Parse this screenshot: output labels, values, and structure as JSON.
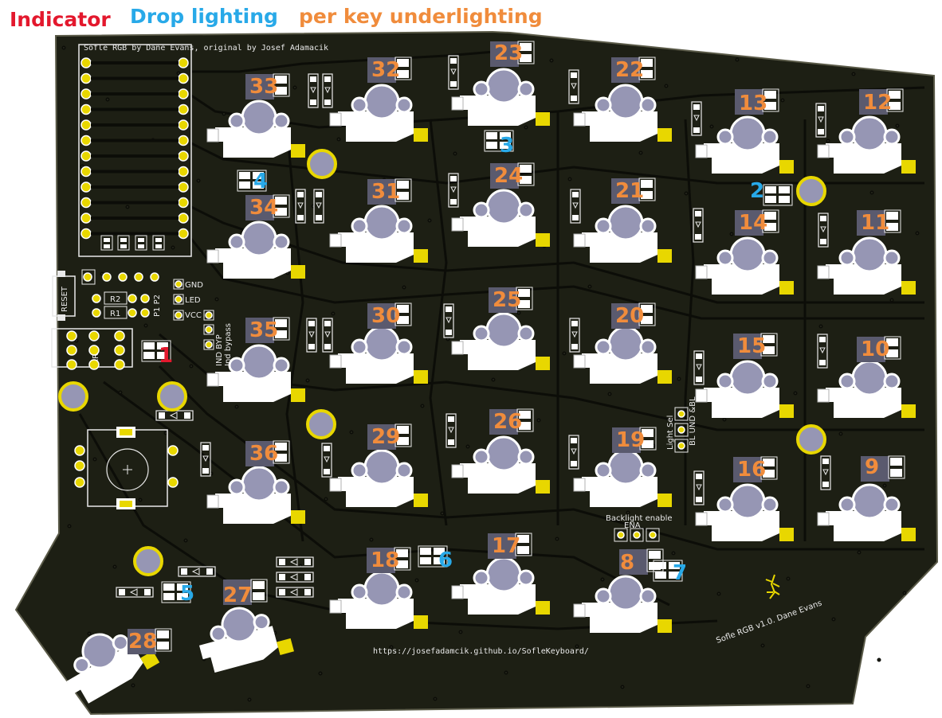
{
  "legend": {
    "indicator": "Indicator",
    "drop_lighting": "Drop lighting",
    "per_key": "per key underlighting"
  },
  "colors": {
    "indicator": "#e3182d",
    "drop": "#28a9e8",
    "per_key": "#f08c3c",
    "board": "#1d1f14",
    "trace": "#0c0d08",
    "silkscreen": "#e9e9e9",
    "pad_gold": "#e8d700",
    "switch_hole": "#9696b4"
  },
  "silkscreen": {
    "header": "Sofle RGB by Dane Evans, original by Josef Adamacik",
    "url": "https://josefadamcik.github.io/SofleKeyboard/",
    "version": "Sofle RGB v1.0. Dane Evans",
    "reset": "RESET",
    "trrs": "TRRS",
    "gnd": "GND",
    "led": "LED",
    "vcc": "VCC",
    "r1": "R1",
    "r2": "R2",
    "jp": "P1 P2",
    "ind_bypass_1": "IND BYP",
    "ind_bypass_2": "Ind bypass",
    "light_sel": "Light Sel",
    "bl_und": "BL UND &BL",
    "backlight_enable": "Backlight enable",
    "ena": "ENA"
  },
  "labels": {
    "indicator": [
      {
        "id": "ind-1",
        "text": "1"
      }
    ],
    "drop": [
      {
        "id": "drop-2",
        "text": "2"
      },
      {
        "id": "drop-3",
        "text": "3"
      },
      {
        "id": "drop-4",
        "text": "4"
      },
      {
        "id": "drop-5",
        "text": "5"
      },
      {
        "id": "drop-6",
        "text": "6"
      },
      {
        "id": "drop-7",
        "text": "7"
      }
    ],
    "per_key": [
      {
        "id": "key-8",
        "text": "8"
      },
      {
        "id": "key-9",
        "text": "9"
      },
      {
        "id": "key-10",
        "text": "10"
      },
      {
        "id": "key-11",
        "text": "11"
      },
      {
        "id": "key-12",
        "text": "12"
      },
      {
        "id": "key-13",
        "text": "13"
      },
      {
        "id": "key-14",
        "text": "14"
      },
      {
        "id": "key-15",
        "text": "15"
      },
      {
        "id": "key-16",
        "text": "16"
      },
      {
        "id": "key-17",
        "text": "17"
      },
      {
        "id": "key-18",
        "text": "18"
      },
      {
        "id": "key-19",
        "text": "19"
      },
      {
        "id": "key-20",
        "text": "20"
      },
      {
        "id": "key-21",
        "text": "21"
      },
      {
        "id": "key-22",
        "text": "22"
      },
      {
        "id": "key-23",
        "text": "23"
      },
      {
        "id": "key-24",
        "text": "24"
      },
      {
        "id": "key-25",
        "text": "25"
      },
      {
        "id": "key-26",
        "text": "26"
      },
      {
        "id": "key-27",
        "text": "27"
      },
      {
        "id": "key-28",
        "text": "28"
      },
      {
        "id": "key-29",
        "text": "29"
      },
      {
        "id": "key-30",
        "text": "30"
      },
      {
        "id": "key-31",
        "text": "31"
      },
      {
        "id": "key-32",
        "text": "32"
      },
      {
        "id": "key-33",
        "text": "33"
      },
      {
        "id": "key-34",
        "text": "34"
      },
      {
        "id": "key-35",
        "text": "35"
      },
      {
        "id": "key-36",
        "text": "36"
      }
    ]
  }
}
